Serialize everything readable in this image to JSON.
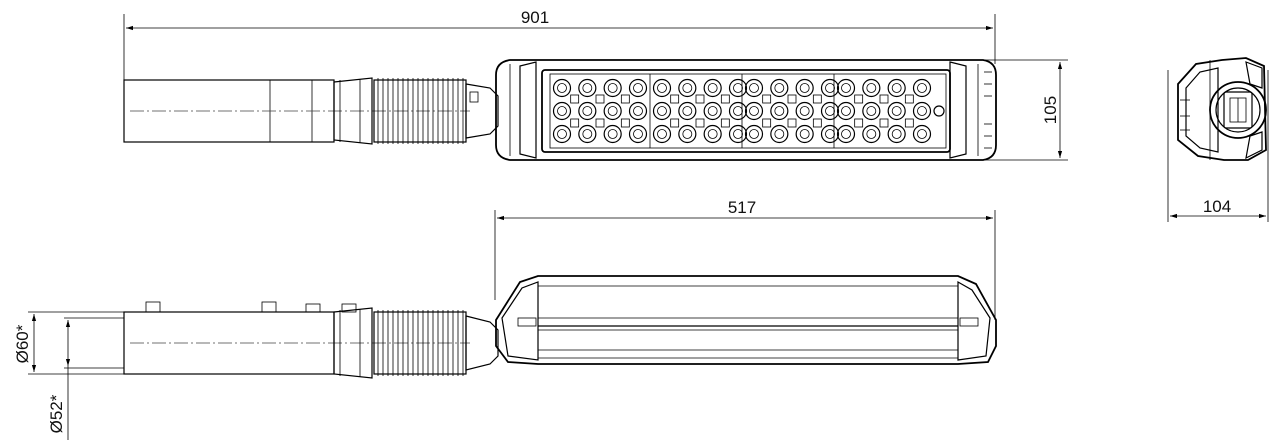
{
  "dimensions": {
    "overall_length": "901",
    "head_length": "517",
    "head_height": "105",
    "end_width": "104",
    "pipe_outer_diameter": "Ø60*",
    "pipe_inner_diameter": "Ø52*"
  },
  "led_layout": {
    "modules": 4,
    "rows": 3,
    "columns_per_module": 4
  }
}
